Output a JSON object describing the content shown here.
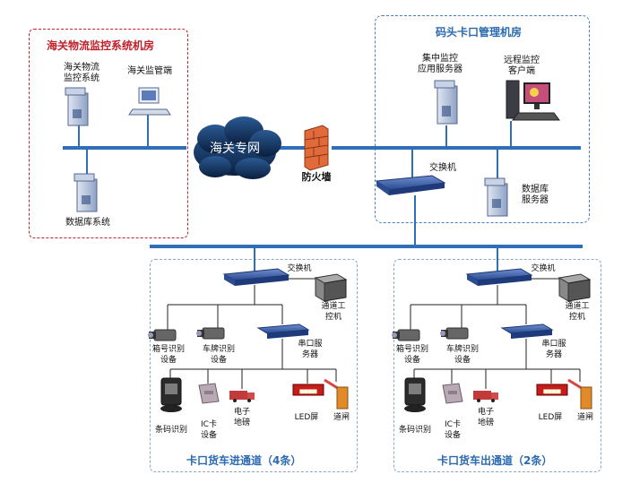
{
  "colors": {
    "network_line": "#2f6fb8",
    "customs_border": "#c0212a",
    "customs_title": "#c0212a",
    "blue_title": "#2a6ab0",
    "dash_border": "#4a7cc0",
    "lane_border": "#8aa8cc",
    "cloud": "#0f2e57",
    "firewall": "#e06a3a"
  },
  "customs_room": {
    "title": "海关物流监控系统机房",
    "monitor_system": "海关物流\n监控系统",
    "supervision_terminal": "海关监管端",
    "database_system": "数据库系统"
  },
  "cloud": {
    "label": "海关专网"
  },
  "firewall": {
    "label": "防火墙"
  },
  "dock_room": {
    "title": "码头卡口管理机房",
    "central_server": "集中监控\n应用服务器",
    "remote_client": "远程监控\n客户端",
    "switch": "交换机",
    "db_server": "数据库\n服务器"
  },
  "lane_in": {
    "switch": "交换机",
    "control_pc": "通道工\n控机",
    "box_id": "箱号识别\n设备",
    "plate_id": "车牌识别\n设备",
    "serial_server": "串口服\n务器",
    "barcode": "条码识别",
    "ic_card": "IC卡\n设备",
    "scale": "电子\n地磅",
    "led": "LED屏",
    "gate": "道闸",
    "title": "卡口货车进通道（4条）"
  },
  "lane_out": {
    "switch": "交换机",
    "control_pc": "通道工\n控机",
    "box_id": "箱号识别\n设备",
    "plate_id": "车牌识别\n设备",
    "serial_server": "串口服\n务器",
    "barcode": "条码识别",
    "ic_card": "IC卡\n设备",
    "scale": "电子\n地磅",
    "led": "LED屏",
    "gate": "道闸",
    "title": "卡口货车出通道（2条）"
  }
}
